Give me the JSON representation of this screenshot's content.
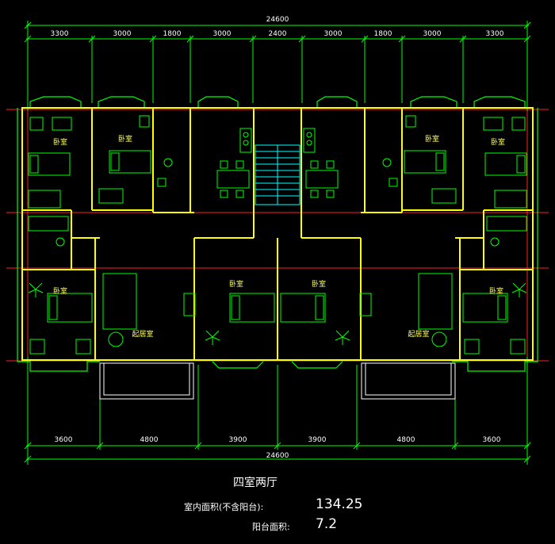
{
  "plan": {
    "overall_width_top": "24600",
    "overall_width_bottom": "24600",
    "top_dims": [
      "3300",
      "3000",
      "1800",
      "3000",
      "2400",
      "3000",
      "1800",
      "3000",
      "3300"
    ],
    "bottom_dims": [
      "3600",
      "4800",
      "3900",
      "3900",
      "4800",
      "3600"
    ],
    "room_labels": {
      "bedroom": "卧室",
      "living": "起居室"
    }
  },
  "caption": {
    "title": "四室两厅",
    "indoor_area_label": "室内面积(不含阳台):",
    "indoor_area_value": "134.25",
    "balcony_area_label": "阳台面积:",
    "balcony_area_value": "7.2"
  },
  "colors": {
    "wall": "#ffff00",
    "green": "#00ff00",
    "red": "#ff0000",
    "cyan": "#00ffff",
    "white": "#ffffff"
  }
}
